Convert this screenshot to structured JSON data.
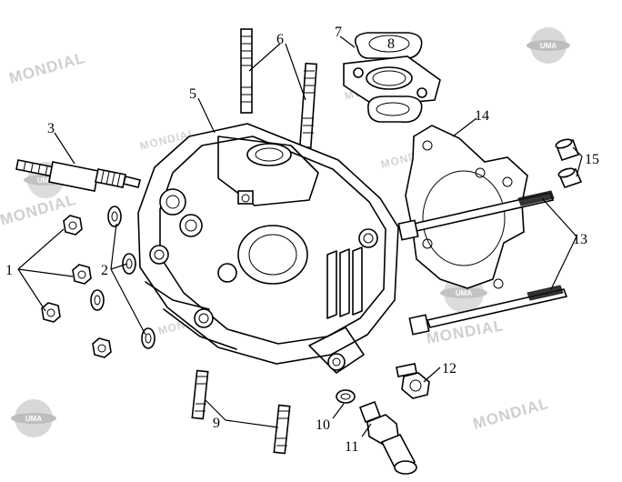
{
  "callouts": {
    "c1": "1",
    "c2": "2",
    "c3": "3",
    "c5": "5",
    "c6": "6",
    "c7": "7",
    "c8": "8",
    "c9": "9",
    "c10": "10",
    "c11": "11",
    "c12": "12",
    "c13": "13",
    "c14": "14",
    "c15": "15"
  },
  "watermarks": {
    "brand": "MONDIAL",
    "logo": "UMA"
  }
}
